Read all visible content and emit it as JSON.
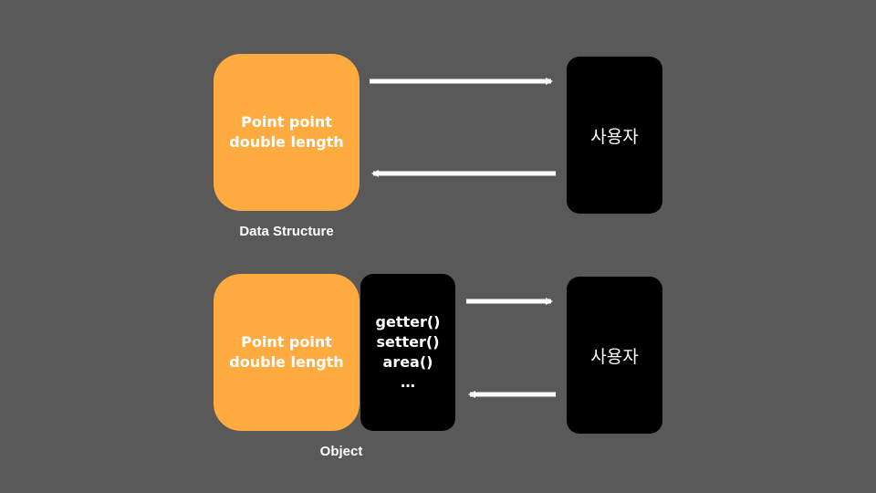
{
  "top": {
    "data_box": {
      "line1": "Point point",
      "line2": "double length"
    },
    "user_label": "사용자",
    "caption": "Data Structure"
  },
  "bottom": {
    "data_box": {
      "line1": "Point point",
      "line2": "double length"
    },
    "methods": [
      "getter()",
      "setter()",
      "area()",
      "…"
    ],
    "user_label": "사용자",
    "caption": "Object"
  },
  "colors": {
    "background": "#595959",
    "data": "#FFAB40",
    "dark": "#000000",
    "text": "#FFFFFF"
  }
}
